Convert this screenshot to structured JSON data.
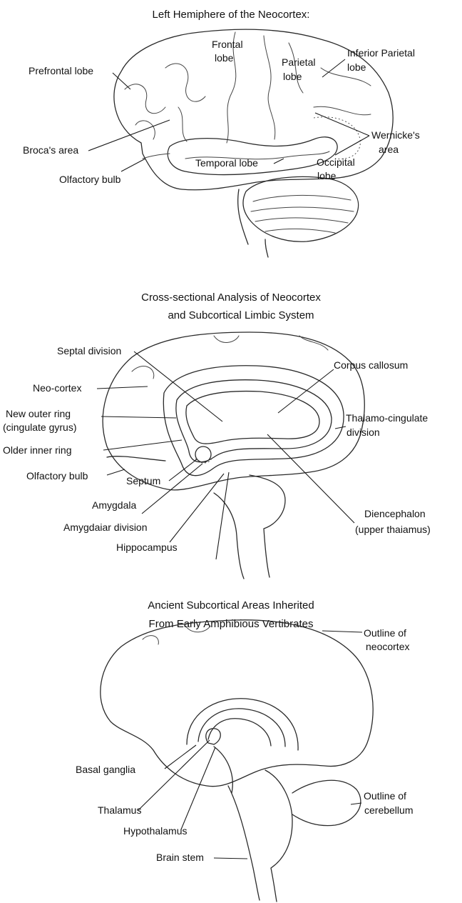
{
  "panel1": {
    "title": "Left Hemiphere of the Neocortex:",
    "labels": {
      "frontal_1": "Frontal",
      "frontal_2": "lobe",
      "parietal_1": "Parietal",
      "parietal_2": "lobe",
      "inferior_parietal_1": "Inferior Parietal",
      "inferior_parietal_2": "lobe",
      "prefrontal": "Prefrontal lobe",
      "wernicke_1": "Wernicke's",
      "wernicke_2": "area",
      "broca": "Broca's area",
      "occipital_1": "Occipital",
      "occipital_2": "lobe",
      "temporal": "Temporal lobe",
      "olfactory": "Olfactory bulb"
    }
  },
  "panel2": {
    "title_1": "Cross-sectional Analysis of Neocortex",
    "title_2": "and Subcortical Limbic System",
    "labels": {
      "septal_division": "Septal division",
      "corpus_callosum": "Corpus callosum",
      "neo_cortex": "Neo-cortex",
      "new_outer_ring_1": "New outer ring",
      "new_outer_ring_2": "(cingulate gyrus)",
      "thalamo_cingulate_1": "Thalamo-cingulate",
      "thalamo_cingulate_2": "division",
      "older_inner_ring": "Older inner ring",
      "olfactory_bulb": "Olfactory bulb",
      "septum": "Septum",
      "diencephalon_1": "Diencephalon",
      "diencephalon_2": "(upper thaiamus)",
      "amygdala": "Amygdala",
      "amygdaiar_division": "Amygdaiar division",
      "hippocampus": "Hippocampus"
    }
  },
  "panel3": {
    "title_1": "Ancient Subcortical Areas Inherited",
    "title_2": "From Early Amphibious Vertibrates",
    "labels": {
      "outline_neocortex_1": "Outline of",
      "outline_neocortex_2": "neocortex",
      "basal_ganglia": "Basal ganglia",
      "outline_cerebellum_1": "Outline of",
      "outline_cerebellum_2": "cerebellum",
      "thalamus": "Thalamus",
      "hypothalamus": "Hypothalamus",
      "brain_stem": "Brain stem"
    }
  }
}
